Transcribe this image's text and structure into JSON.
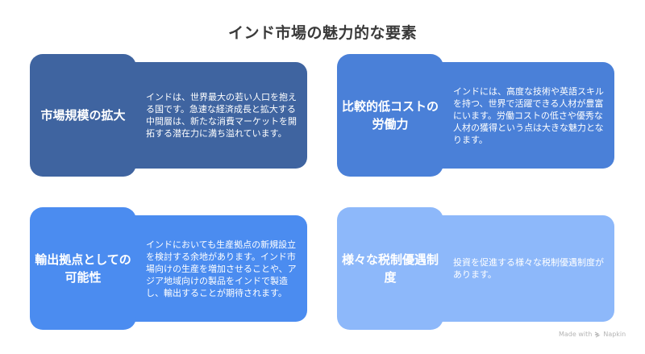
{
  "title": "インド市場の魅力的な要素",
  "colors": {
    "card1": "#3F64A0",
    "card2": "#4A80D8",
    "card3": "#4B8CF0",
    "card4": "#8DB8FA",
    "title": "#3a3a3a",
    "footer": "#b5b5b5"
  },
  "cards": [
    {
      "heading": "市場規模の拡大",
      "description": "インドは、世界最大の若い人口を抱える国です。急速な経済成長と拡大する中間層は、新たな消費マーケットを開拓する潜在力に満ち溢れています。"
    },
    {
      "heading": "比較的低コストの労働力",
      "description": "インドには、高度な技術や英語スキルを持つ、世界で活躍できる人材が豊富にいます。労働コストの低さや優秀な人材の獲得という点は大きな魅力となります。"
    },
    {
      "heading": "輸出拠点としての可能性",
      "description": "インドにおいても生産拠点の新規設立を検討する余地があります。インド市場向けの生産を増加させることや、アジア地域向けの製品をインドで製造し、輸出することが期待されます。"
    },
    {
      "heading": "様々な税制優遇制度",
      "description": "投資を促進する様々な税制優遇制度があります。"
    }
  ],
  "footer": {
    "made_with": "Made with",
    "brand": "Napkin",
    "icon": "napkin-logo-icon"
  }
}
